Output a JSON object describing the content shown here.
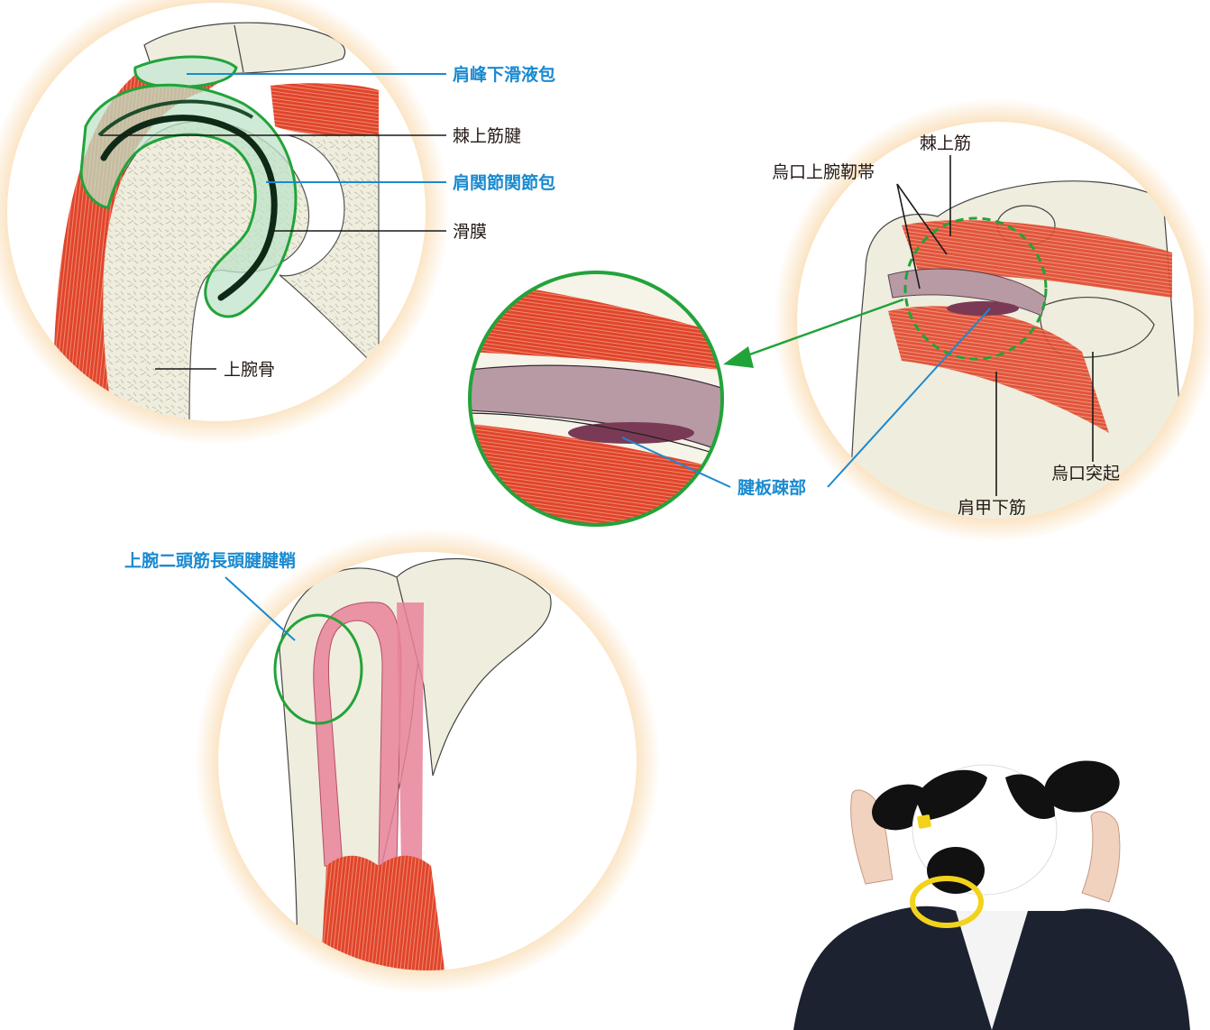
{
  "colors": {
    "leader_line": "#1a1a1a",
    "highlight_blue": "#1a8ad0",
    "highlight_green": "#22a33a",
    "glow": "#f6c27a",
    "muscle": "#e0452b",
    "bone": "#efeddd",
    "ligament": "#a88a95",
    "tendon_pink": "#e8829a"
  },
  "panel_coronal": {
    "labels": {
      "subacromial_bursa": "肩峰下滑液包",
      "supraspinatus_tendon": "棘上筋腱",
      "joint_capsule": "肩関節関節包",
      "synovium": "滑膜",
      "humerus": "上腕骨"
    }
  },
  "panel_anterior": {
    "labels": {
      "coracohumeral_ligament": "烏口上腕靭帯",
      "supraspinatus": "棘上筋",
      "coracoid_process": "烏口突起",
      "subscapularis": "肩甲下筋"
    }
  },
  "panel_zoom": {
    "labels": {
      "rotator_interval": "腱板疎部"
    }
  },
  "panel_biceps": {
    "labels": {
      "biceps_sheath": "上腕二頭筋長頭腱腱鞘"
    }
  },
  "photo": {
    "icons": [
      "cow-mask-icon"
    ]
  }
}
